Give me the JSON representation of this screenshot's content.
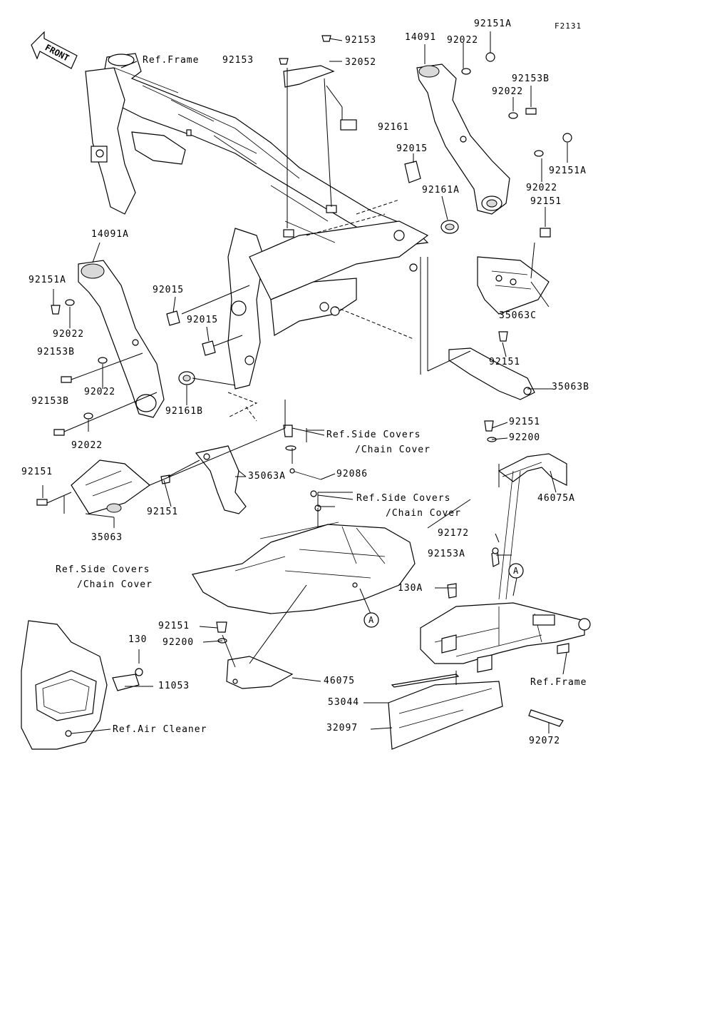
{
  "figure_code": "F2131",
  "front_label": "FRONT",
  "callouts": {
    "p92151A_top": "92151A",
    "p92153_top": "92153",
    "p14091": "14091",
    "p92022_top": "92022",
    "p32052": "32052",
    "ref_frame_top": "Ref.Frame",
    "p92153_left": "92153",
    "p92153B_top": "92153B",
    "p92022_r2": "92022",
    "p92161": "92161",
    "p92015_r": "92015",
    "p92151A_r": "92151A",
    "p92022_r3": "92022",
    "p92161A": "92161A",
    "p92151_r": "92151",
    "p14091A": "14091A",
    "p92151A_l": "92151A",
    "p92015_l1": "92015",
    "p92015_l2": "92015",
    "p92022_l1": "92022",
    "p92153B_l1": "92153B",
    "p92022_l2": "92022",
    "p35063C": "35063C",
    "p92151_mid": "92151",
    "p92153B_l2": "92153B",
    "p92161B": "92161B",
    "p35063B": "35063B",
    "p92022_l3": "92022",
    "ref_side_covers_1a": "Ref.Side Covers",
    "ref_side_covers_1b": "/Chain Cover",
    "p92151_rt": "92151",
    "p92200_rt": "92200",
    "p92151_far_l": "92151",
    "p35063A": "35063A",
    "p92086": "92086",
    "p46075A": "46075A",
    "ref_side_covers_2a": "Ref.Side Covers",
    "ref_side_covers_2b": "/Chain Cover",
    "p92151_l_bot": "92151",
    "p35063": "35063",
    "p92172": "92172",
    "p92153A": "92153A",
    "ref_side_covers_3a": "Ref.Side Covers",
    "ref_side_covers_3b": "/Chain Cover",
    "p130A": "130A",
    "marker_a": "A",
    "p92151_b": "92151",
    "p92200_b": "92200",
    "p130": "130",
    "p11053": "11053",
    "p46075": "46075",
    "ref_frame_bot": "Ref.Frame",
    "p53044": "53044",
    "p32097": "32097",
    "ref_air_cleaner": "Ref.Air Cleaner",
    "p92072": "92072"
  }
}
